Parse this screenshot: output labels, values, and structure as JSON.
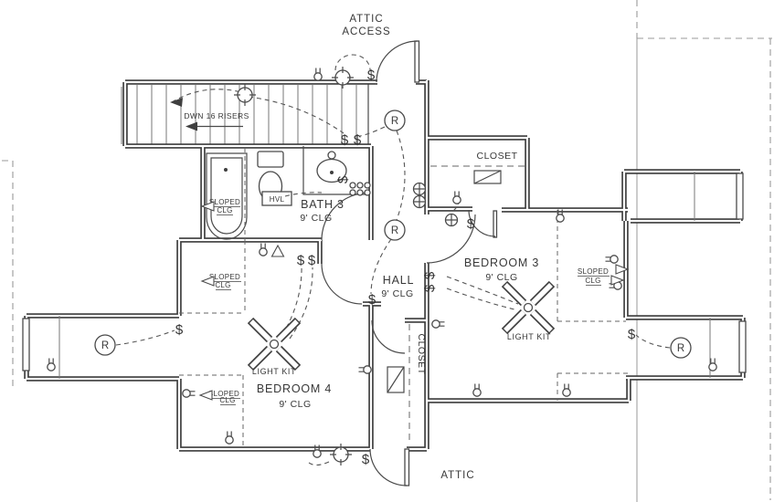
{
  "colors": {
    "wall": "#3b3b3b",
    "line": "#555555",
    "roof_outline": "#999999",
    "text": "#383838"
  },
  "labels": {
    "attic_access": {
      "line1": "ATTIC",
      "line2": "ACCESS"
    },
    "stairs_note": "DWN 16 RISERS",
    "bath": {
      "name": "BATH 3",
      "ceiling": "9' CLG",
      "fixture_tag": "HVL"
    },
    "hall": {
      "name": "HALL",
      "ceiling": "9' CLG"
    },
    "bedroom3": {
      "name": "BEDROOM 3",
      "ceiling": "9' CLG",
      "fan_tag": "LIGHT KIT"
    },
    "bedroom4": {
      "name": "BEDROOM 4",
      "ceiling": "9' CLG",
      "fan_tag": "LIGHT KIT"
    },
    "closet_upper": "CLOSET",
    "closet_hall": "CLOSET",
    "attic": "ATTIC",
    "sloped_ceiling": {
      "line1": "SLOPED",
      "line2": "CLG"
    },
    "symbols": {
      "switch": "$",
      "recessed_light": "R"
    }
  }
}
